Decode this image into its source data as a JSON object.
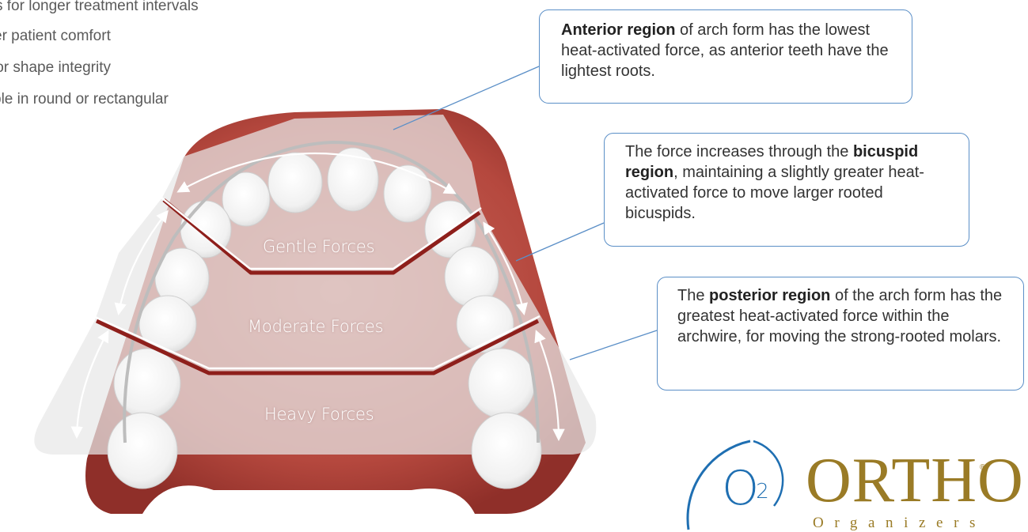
{
  "features": [
    "s for longer treatment intervals",
    "er patient comfort",
    "ior shape integrity",
    "ble in round or rectangular"
  ],
  "zones": {
    "gentle": "Gentle Forces",
    "moderate": "Moderate Forces",
    "heavy": "Heavy Forces"
  },
  "callouts": {
    "anterior": {
      "bold": "Anterior region",
      "rest": " of arch form has the lowest heat-activated force, as anterior teeth have the lightest roots."
    },
    "bicuspid": {
      "pre": "The force increases through the ",
      "bold": "bicuspid region",
      "rest": ", maintaining a slightly greater heat-activated force to move larger rooted bicuspids."
    },
    "posterior": {
      "pre": "The ",
      "bold": "posterior region",
      "rest": " of the arch form has the greatest heat-activated force within the archwire, for moving the strong-rooted molars."
    }
  },
  "logo": {
    "mark": "O",
    "mark_sup": "2",
    "word": "ORTHO",
    "sub": "Organizers",
    "reg": "®"
  },
  "colors": {
    "gum": "#b2463c",
    "gum_dark": "#8c2d27",
    "divider": "#8e1f1b",
    "overlay": "#e4e4e4",
    "accent_blue": "#5b8fc7",
    "brand_gold": "#9a7b26",
    "brand_blue": "#1f6fb2"
  }
}
